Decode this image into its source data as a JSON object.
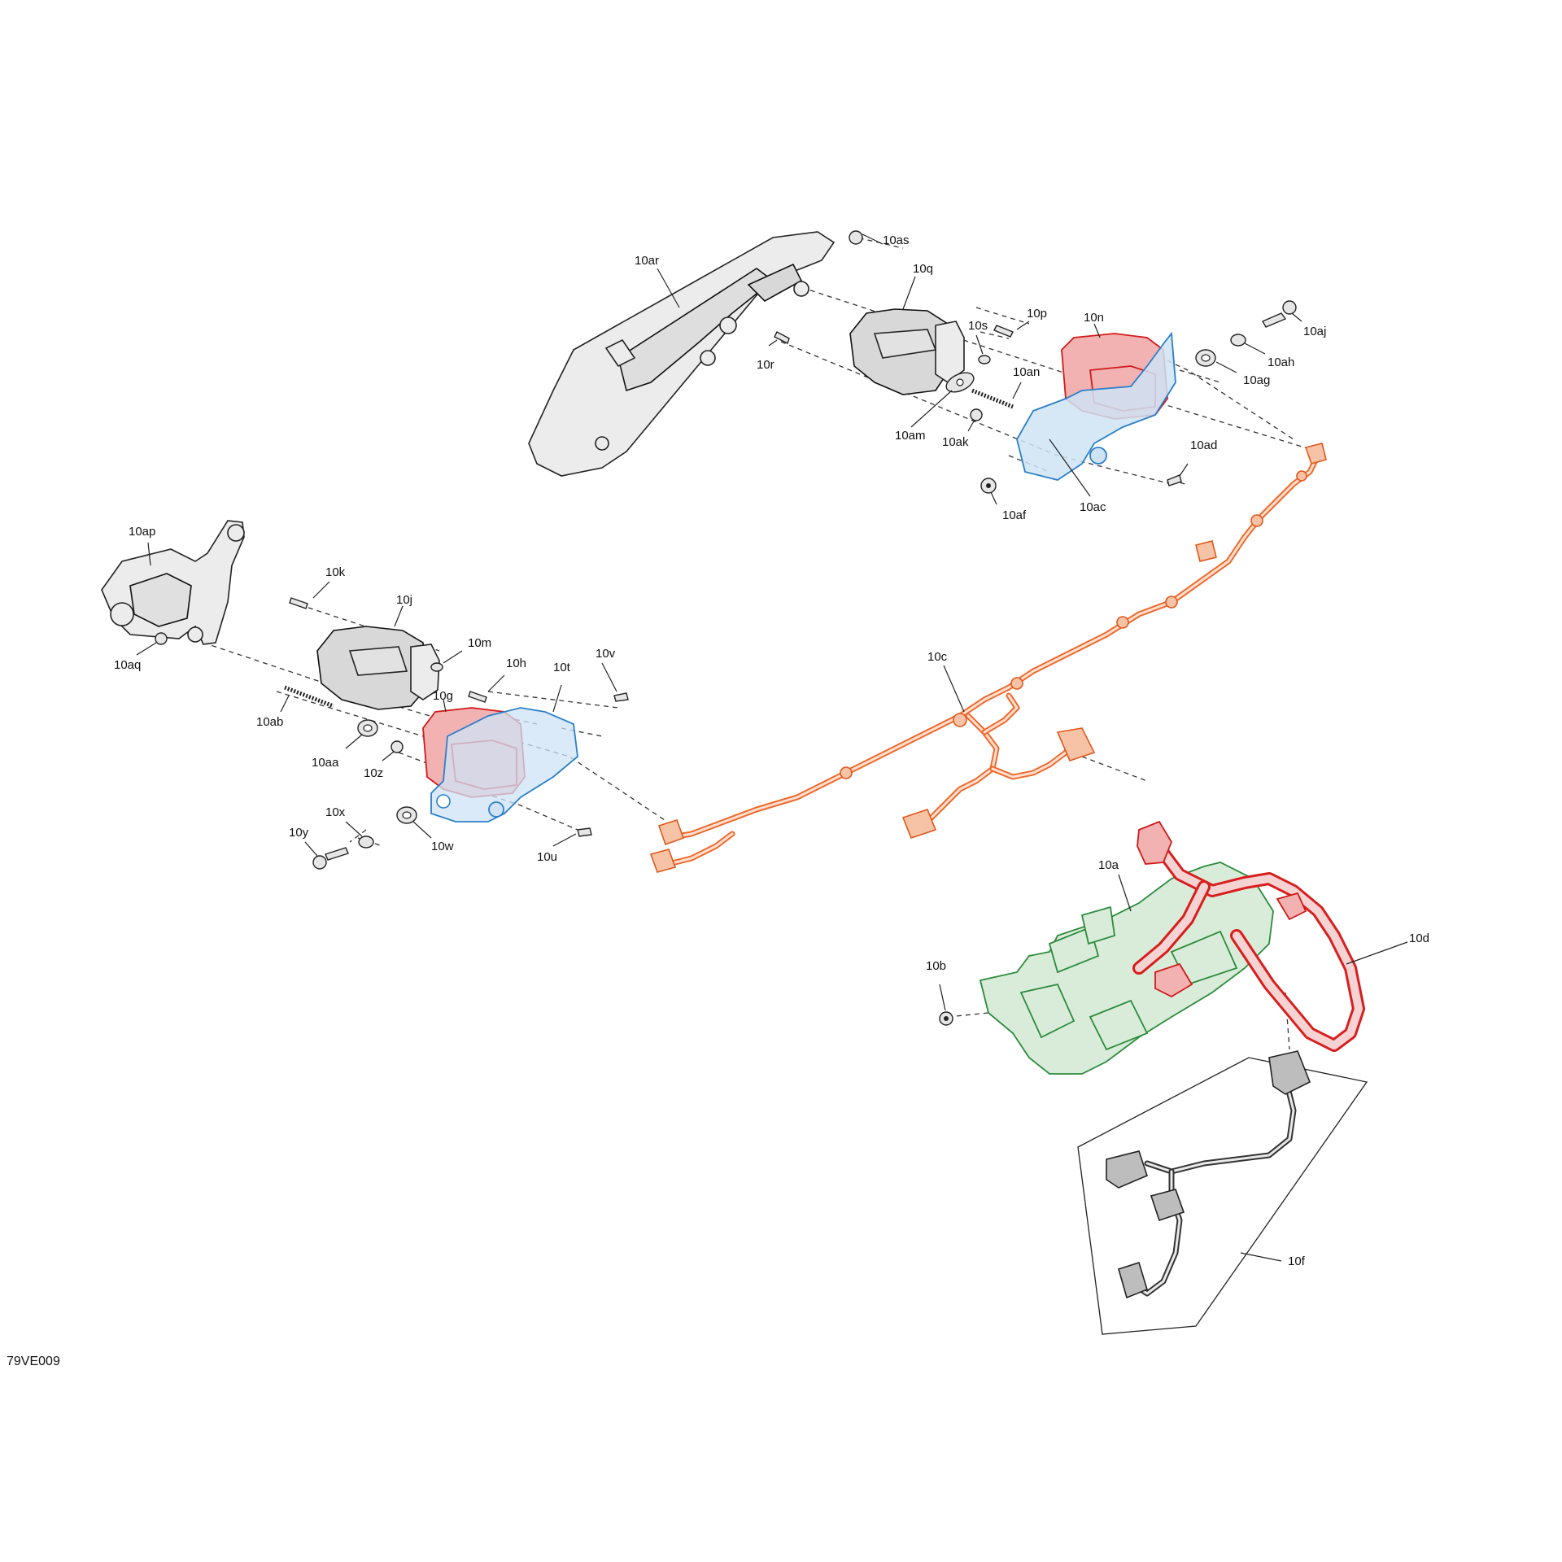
{
  "diagram": {
    "code": "79VE009",
    "labels": {
      "10a": "10a",
      "10b": "10b",
      "10c": "10c",
      "10d": "10d",
      "10f": "10f",
      "10g": "10g",
      "10h": "10h",
      "10j": "10j",
      "10k": "10k",
      "10m": "10m",
      "10n": "10n",
      "10p": "10p",
      "10q": "10q",
      "10r": "10r",
      "10s": "10s",
      "10t": "10t",
      "10u": "10u",
      "10v": "10v",
      "10w": "10w",
      "10x": "10x",
      "10y": "10y",
      "10z": "10z",
      "10aa": "10aa",
      "10ab": "10ab",
      "10ac": "10ac",
      "10ad": "10ad",
      "10af": "10af",
      "10ag": "10ag",
      "10ah": "10ah",
      "10aj": "10aj",
      "10ak": "10ak",
      "10am": "10am",
      "10an": "10an",
      "10ap": "10ap",
      "10aq": "10aq",
      "10ar": "10ar",
      "10as": "10as"
    },
    "colors": {
      "harness_orange": "#ef6a2c",
      "harness_red": "#d81e1e",
      "module_red": "#d11a1a",
      "bracket_blue": "#2b7fc8",
      "housing_green": "#2c8b3c",
      "line_black": "#222222"
    }
  }
}
